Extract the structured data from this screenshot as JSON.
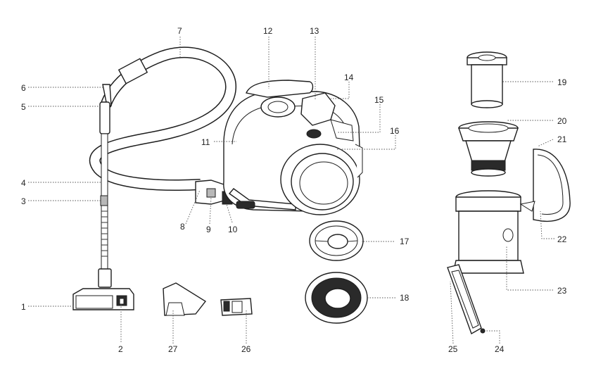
{
  "figure": {
    "callouts": [
      {
        "label": "1"
      },
      {
        "label": "2"
      },
      {
        "label": "3"
      },
      {
        "label": "4"
      },
      {
        "label": "5"
      },
      {
        "label": "6"
      },
      {
        "label": "7"
      },
      {
        "label": "8"
      },
      {
        "label": "9"
      },
      {
        "label": "10"
      },
      {
        "label": "11"
      },
      {
        "label": "12"
      },
      {
        "label": "13"
      },
      {
        "label": "14"
      },
      {
        "label": "15"
      },
      {
        "label": "16"
      },
      {
        "label": "17"
      },
      {
        "label": "18"
      },
      {
        "label": "19"
      },
      {
        "label": "20"
      },
      {
        "label": "21"
      },
      {
        "label": "22"
      },
      {
        "label": "23"
      },
      {
        "label": "24"
      },
      {
        "label": "25"
      },
      {
        "label": "26"
      },
      {
        "label": "27"
      }
    ]
  }
}
